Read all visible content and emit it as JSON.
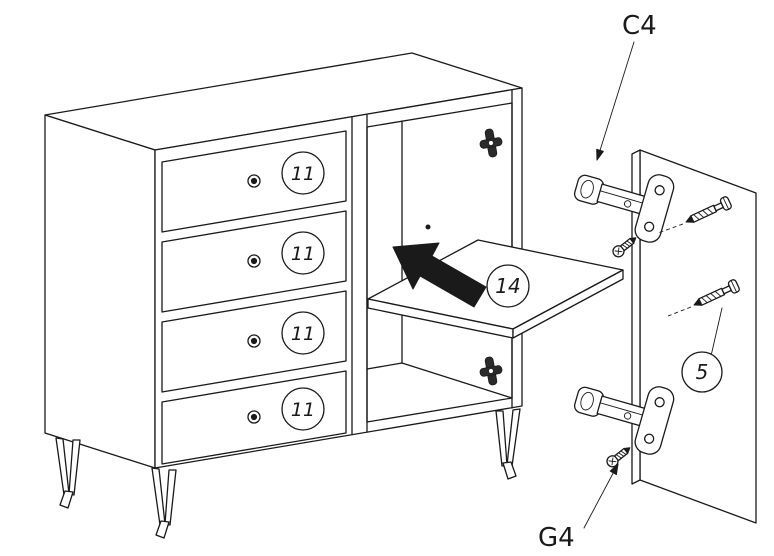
{
  "diagram": {
    "background": "#ffffff",
    "ink": "#1a1a1a",
    "labels": {
      "c4": "C4",
      "g4": "G4",
      "item5": "5",
      "item11": "11",
      "item14": "14"
    },
    "parts": {
      "c4": "hinge",
      "g4": "small-screw",
      "item5": "long-screw",
      "item11": "drawer",
      "item14": "shelf"
    }
  }
}
